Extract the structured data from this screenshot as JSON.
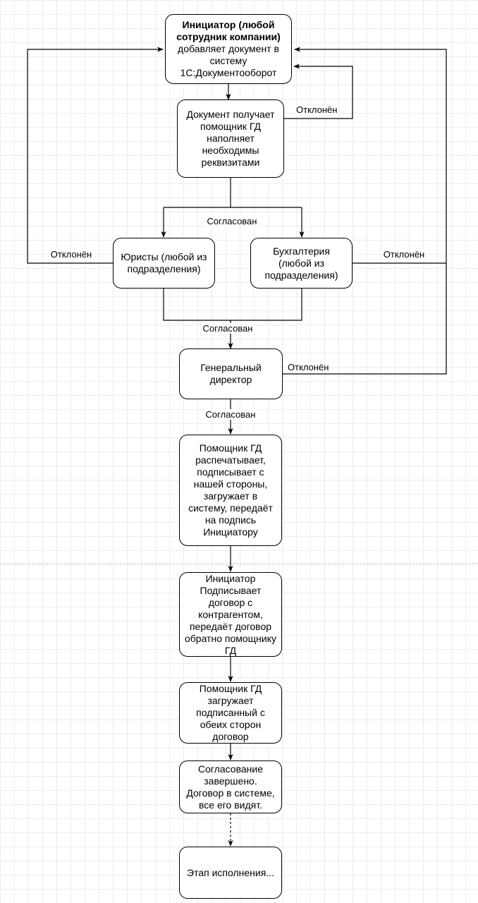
{
  "nodes": {
    "initiator": {
      "title": "Инициатор (любой сотрудник компании)",
      "text": "добавляет документ в систему 1С:Документооборот"
    },
    "assistant_receive": "Документ получает помощник ГД наполняет необходимы реквизитами",
    "lawyers": "Юристы (любой из подразделения)",
    "accounting": "Бухгалтерия (любой из подразделения)",
    "general_director": "Генеральный директор",
    "assistant_print": "Помощник ГД распечатывает, подписывает с нашей стороны, загружает в систему, передаёт на подпись Инициатору",
    "initiator_sign": "Инициатор Подписывает договор с контрагентом, передаёт договор обратно помощнику ГД",
    "assistant_upload": "Помощник ГД загружает подписанный с обеих сторон договор",
    "approval_done": "Согласование завершено. Договор в системе, все его видят.",
    "execution": "Этап исполнения..."
  },
  "edge_labels": {
    "assistant_rejected": "Отклонён",
    "approved_split": "Согласован",
    "lawyers_rejected": "Отклонён",
    "accounting_rejected": "Отклонён",
    "approved_merge": "Согласован",
    "gd_rejected": "Отклонён",
    "gd_approved": "Согласован"
  }
}
